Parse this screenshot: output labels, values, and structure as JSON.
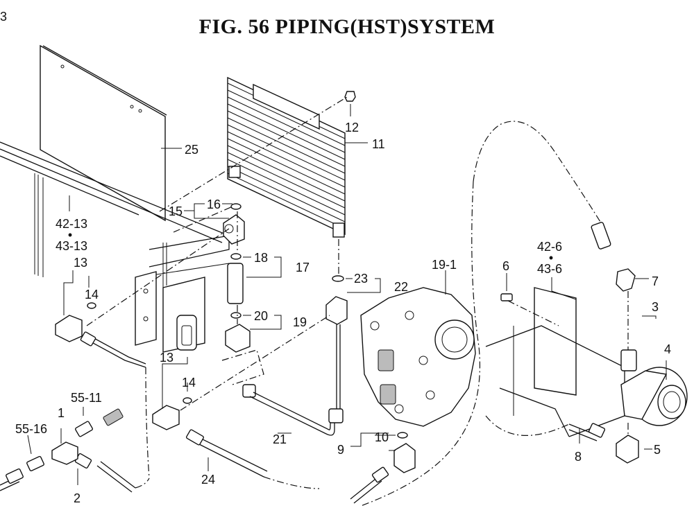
{
  "title": "FIG. 56  PIPING(HST)SYSTEM",
  "corner_mark": "3",
  "callouts": {
    "c1": "1",
    "c2": "2",
    "c3": "3",
    "c4": "4",
    "c5": "5",
    "c6": "6",
    "c7": "7",
    "c8": "8",
    "c9": "9",
    "c10": "10",
    "c11": "11",
    "c12": "12",
    "c13a": "13",
    "c13b": "13",
    "c14a": "14",
    "c14b": "14",
    "c15": "15",
    "c16": "16",
    "c17": "17",
    "c18": "18",
    "c19": "19",
    "c19_1": "19-1",
    "c20": "20",
    "c21": "21",
    "c22": "22",
    "c23": "23",
    "c24": "24",
    "c25": "25",
    "c42_13": "42-13",
    "c43_13": "43-13",
    "c42_6": "42-6",
    "c43_6": "43-6",
    "c55_11": "55-11",
    "c55_16": "55-16",
    "bullet": "•"
  }
}
